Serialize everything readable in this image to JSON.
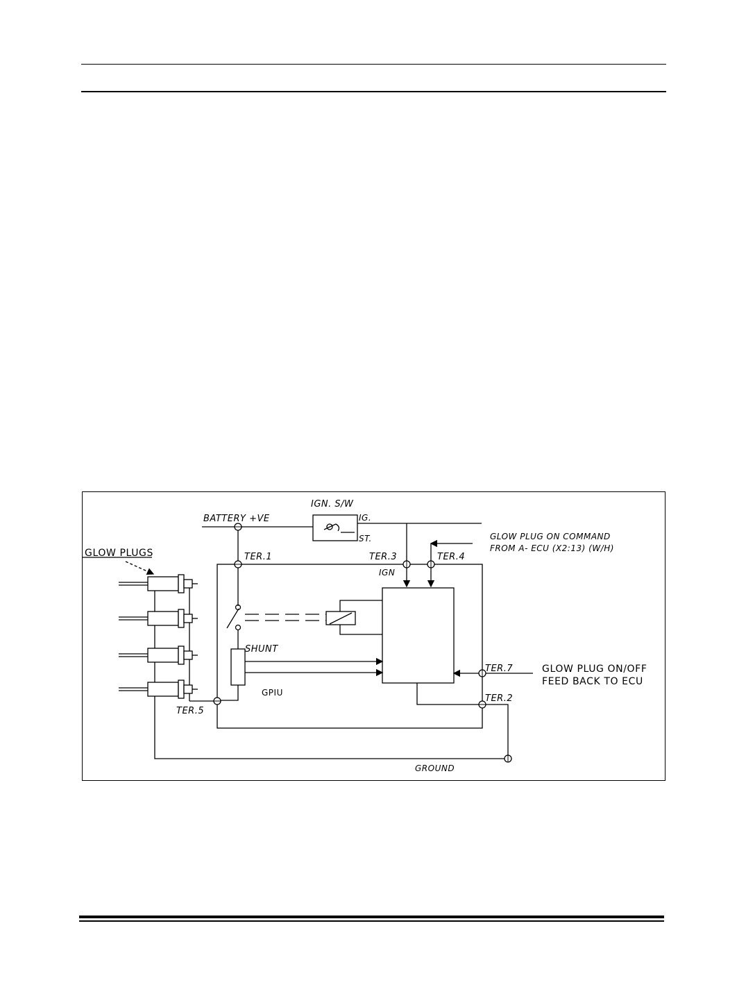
{
  "figure": {
    "labels": {
      "battery": "BATTERY +VE",
      "ign_sw": "IGN. S/W",
      "ig": "IG.",
      "st": "ST.",
      "glow_plugs": "GLOW PLUGS",
      "ter1": "TER.1",
      "ter2": "TER.2",
      "ter3": "TER.3",
      "ter4": "TER.4",
      "ter5": "TER.5",
      "ter7": "TER.7",
      "ign": "IGN",
      "shunt": "SHUNT",
      "gpiu": "GPIU",
      "ground": "GROUND",
      "command_line1": "GLOW PLUG ON COMMAND",
      "command_line2": "FROM A- ECU (X2:13) (W/H)",
      "feedback_line1": "GLOW PLUG ON/OFF",
      "feedback_line2": "FEED BACK TO ECU"
    }
  }
}
